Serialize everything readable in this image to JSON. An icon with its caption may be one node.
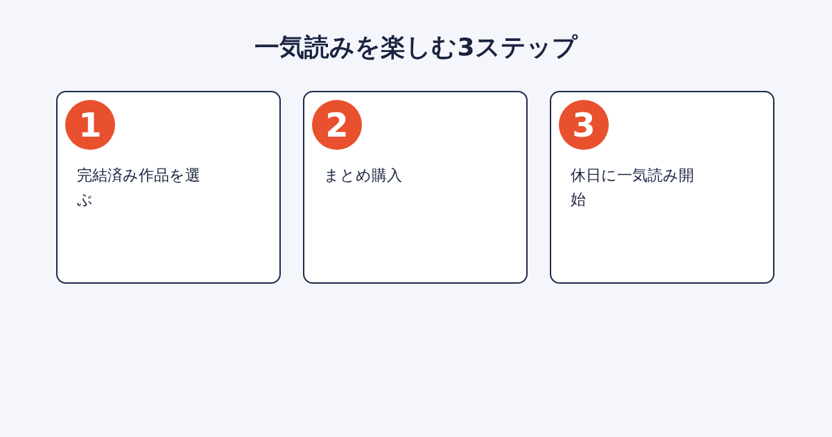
{
  "diagram": {
    "title": "一気読みを楽しむ3ステップ",
    "nodes": [
      {
        "text": [
          "完結済み作品を選ぶ"
        ]
      },
      {
        "text": [
          "1"
        ],
        "in": 0
      },
      {
        "text": [
          "まとめ購入"
        ]
      },
      {
        "text": [
          "2"
        ],
        "in": 2
      },
      {
        "text": [
          "休日に一気読み開始"
        ]
      },
      {
        "text": [
          "3"
        ],
        "in": 4
      }
    ]
  }
}
